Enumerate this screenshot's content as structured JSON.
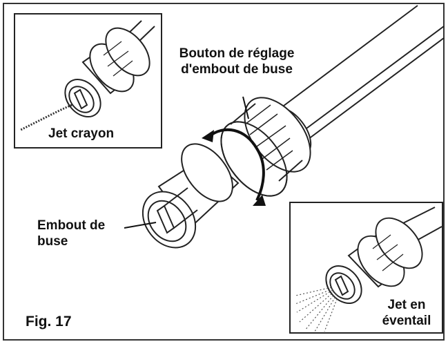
{
  "figure": {
    "caption": "Fig. 17",
    "labels": {
      "adjust_knob_line1": "Bouton de réglage",
      "adjust_knob_line2": "d'embout de buse",
      "nozzle_tip_line1": "Embout de",
      "nozzle_tip_line2": "buse",
      "pencil_jet": "Jet crayon",
      "fan_jet_line1": "Jet en",
      "fan_jet_line2": "éventail"
    }
  }
}
